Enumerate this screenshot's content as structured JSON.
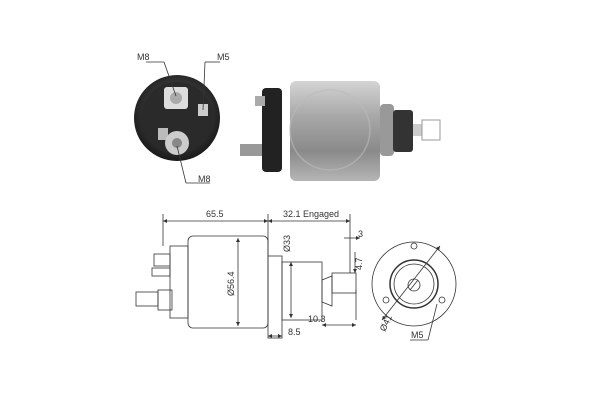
{
  "photo_rear": {
    "labels": {
      "top_left": "M8",
      "top_right": "M5",
      "bottom": "M8"
    }
  },
  "drawing_side": {
    "dims": {
      "body_length": "65.5",
      "stroke": "32.1 Engaged",
      "body_diameter": "Ø56.4",
      "nose_diameter": "Ø33",
      "flange_width": "8.5",
      "plunger_length": "10.3",
      "slot_width": "3",
      "slot_depth": "4.7"
    }
  },
  "drawing_front": {
    "dims": {
      "bolt_circle": "Ø41",
      "thread": "M5"
    }
  }
}
